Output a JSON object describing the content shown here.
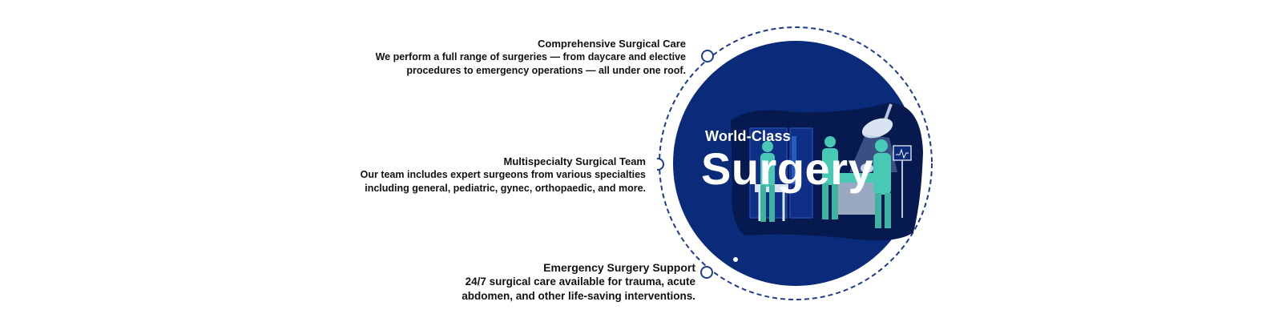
{
  "features": [
    {
      "title": "Comprehensive Surgical Care",
      "line1": "We perform a full range of surgeries — from daycare and elective",
      "line2": "procedures to emergency operations — all under one roof."
    },
    {
      "title": "Multispecialty Surgical Team",
      "line1": "Our team includes expert surgeons from various specialties",
      "line2": "including general, pediatric, gynec, orthopaedic, and more."
    },
    {
      "title": "Emergency Surgery Support",
      "line1": "24/7 surgical care available for trauma, acute",
      "line2": "abdomen, and other life-saving interventions."
    }
  ],
  "hero": {
    "subtitle": "World-Class",
    "title": "Surgery"
  },
  "colors": {
    "navy": "#0a2a7a",
    "ring": "#1c3c8c",
    "teal": "#47c9b4",
    "dark_blob": "#061a4f"
  }
}
